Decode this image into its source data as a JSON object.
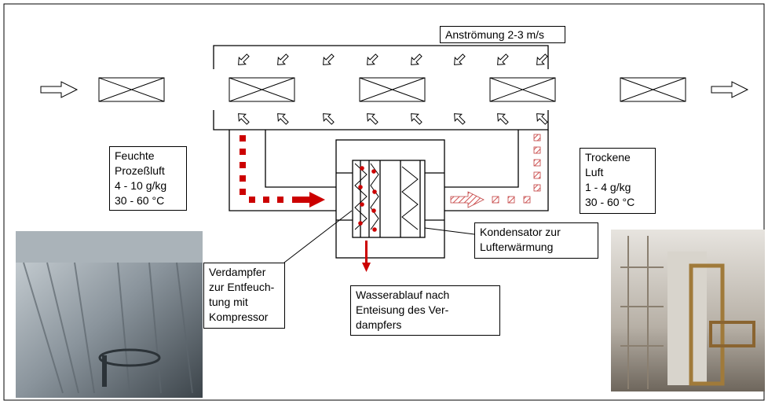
{
  "labels": {
    "flow_speed": "Anströmung 2-3 m/s",
    "moist_air": "Feuchte\nProzeßluft\n4 - 10 g/kg\n30 - 60 °C",
    "dry_air": "Trockene\nLuft\n1 - 4 g/kg\n30 - 60 °C",
    "condenser": "Kondensator zur\nLufterwärmung",
    "evaporator": "Verdampfer\nzur Entfeuch-\ntung mit\nKompressor",
    "drain": "Wasserablauf nach\nEnteisung des Ver-\ndampfers"
  },
  "colors": {
    "moist_flow": "#cc0000",
    "dry_flow": "#e06060",
    "line": "#000000"
  },
  "photos": {
    "left": "dryer-chamber-interior-photo",
    "right": "room-with-wooden-door-frame-photo"
  }
}
